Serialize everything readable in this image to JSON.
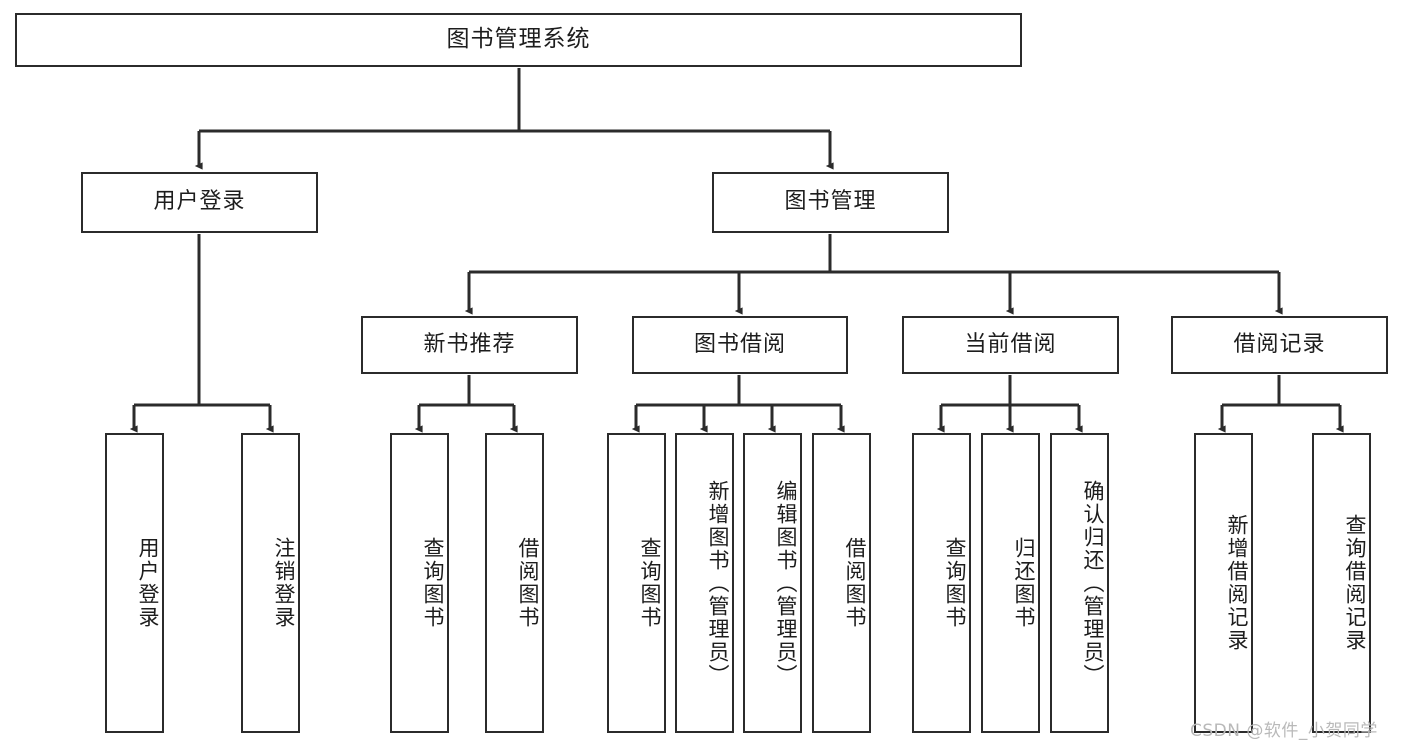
{
  "diagram": {
    "title": "图书管理系统",
    "root": {
      "label": "图书管理系统"
    },
    "level2": [
      {
        "label": "用户登录"
      },
      {
        "label": "图书管理"
      }
    ],
    "level3": [
      {
        "label": "新书推荐"
      },
      {
        "label": "图书借阅"
      },
      {
        "label": "当前借阅"
      },
      {
        "label": "借阅记录"
      }
    ],
    "leaves": {
      "user_login": [
        {
          "label": "用户登录"
        },
        {
          "label": "注销登录"
        }
      ],
      "new_book_recommend": [
        {
          "label": "查询图书"
        },
        {
          "label": "借阅图书"
        }
      ],
      "book_borrow": [
        {
          "label": "查询图书"
        },
        {
          "label": "新增图书（管理员）"
        },
        {
          "label": "编辑图书（管理员）"
        },
        {
          "label": "借阅图书"
        }
      ],
      "current_borrow": [
        {
          "label": "查询图书"
        },
        {
          "label": "归还图书"
        },
        {
          "label": "确认归还（管理员）"
        }
      ],
      "borrow_record": [
        {
          "label": "新增借阅记录"
        },
        {
          "label": "查询借阅记录"
        }
      ]
    }
  },
  "watermark": {
    "text": "CSDN @软件_小贺同学"
  },
  "colors": {
    "stroke": "#2b2b2b",
    "text": "#1d1d1d",
    "background": "#ffffff",
    "watermark": "#b9b9b9"
  }
}
